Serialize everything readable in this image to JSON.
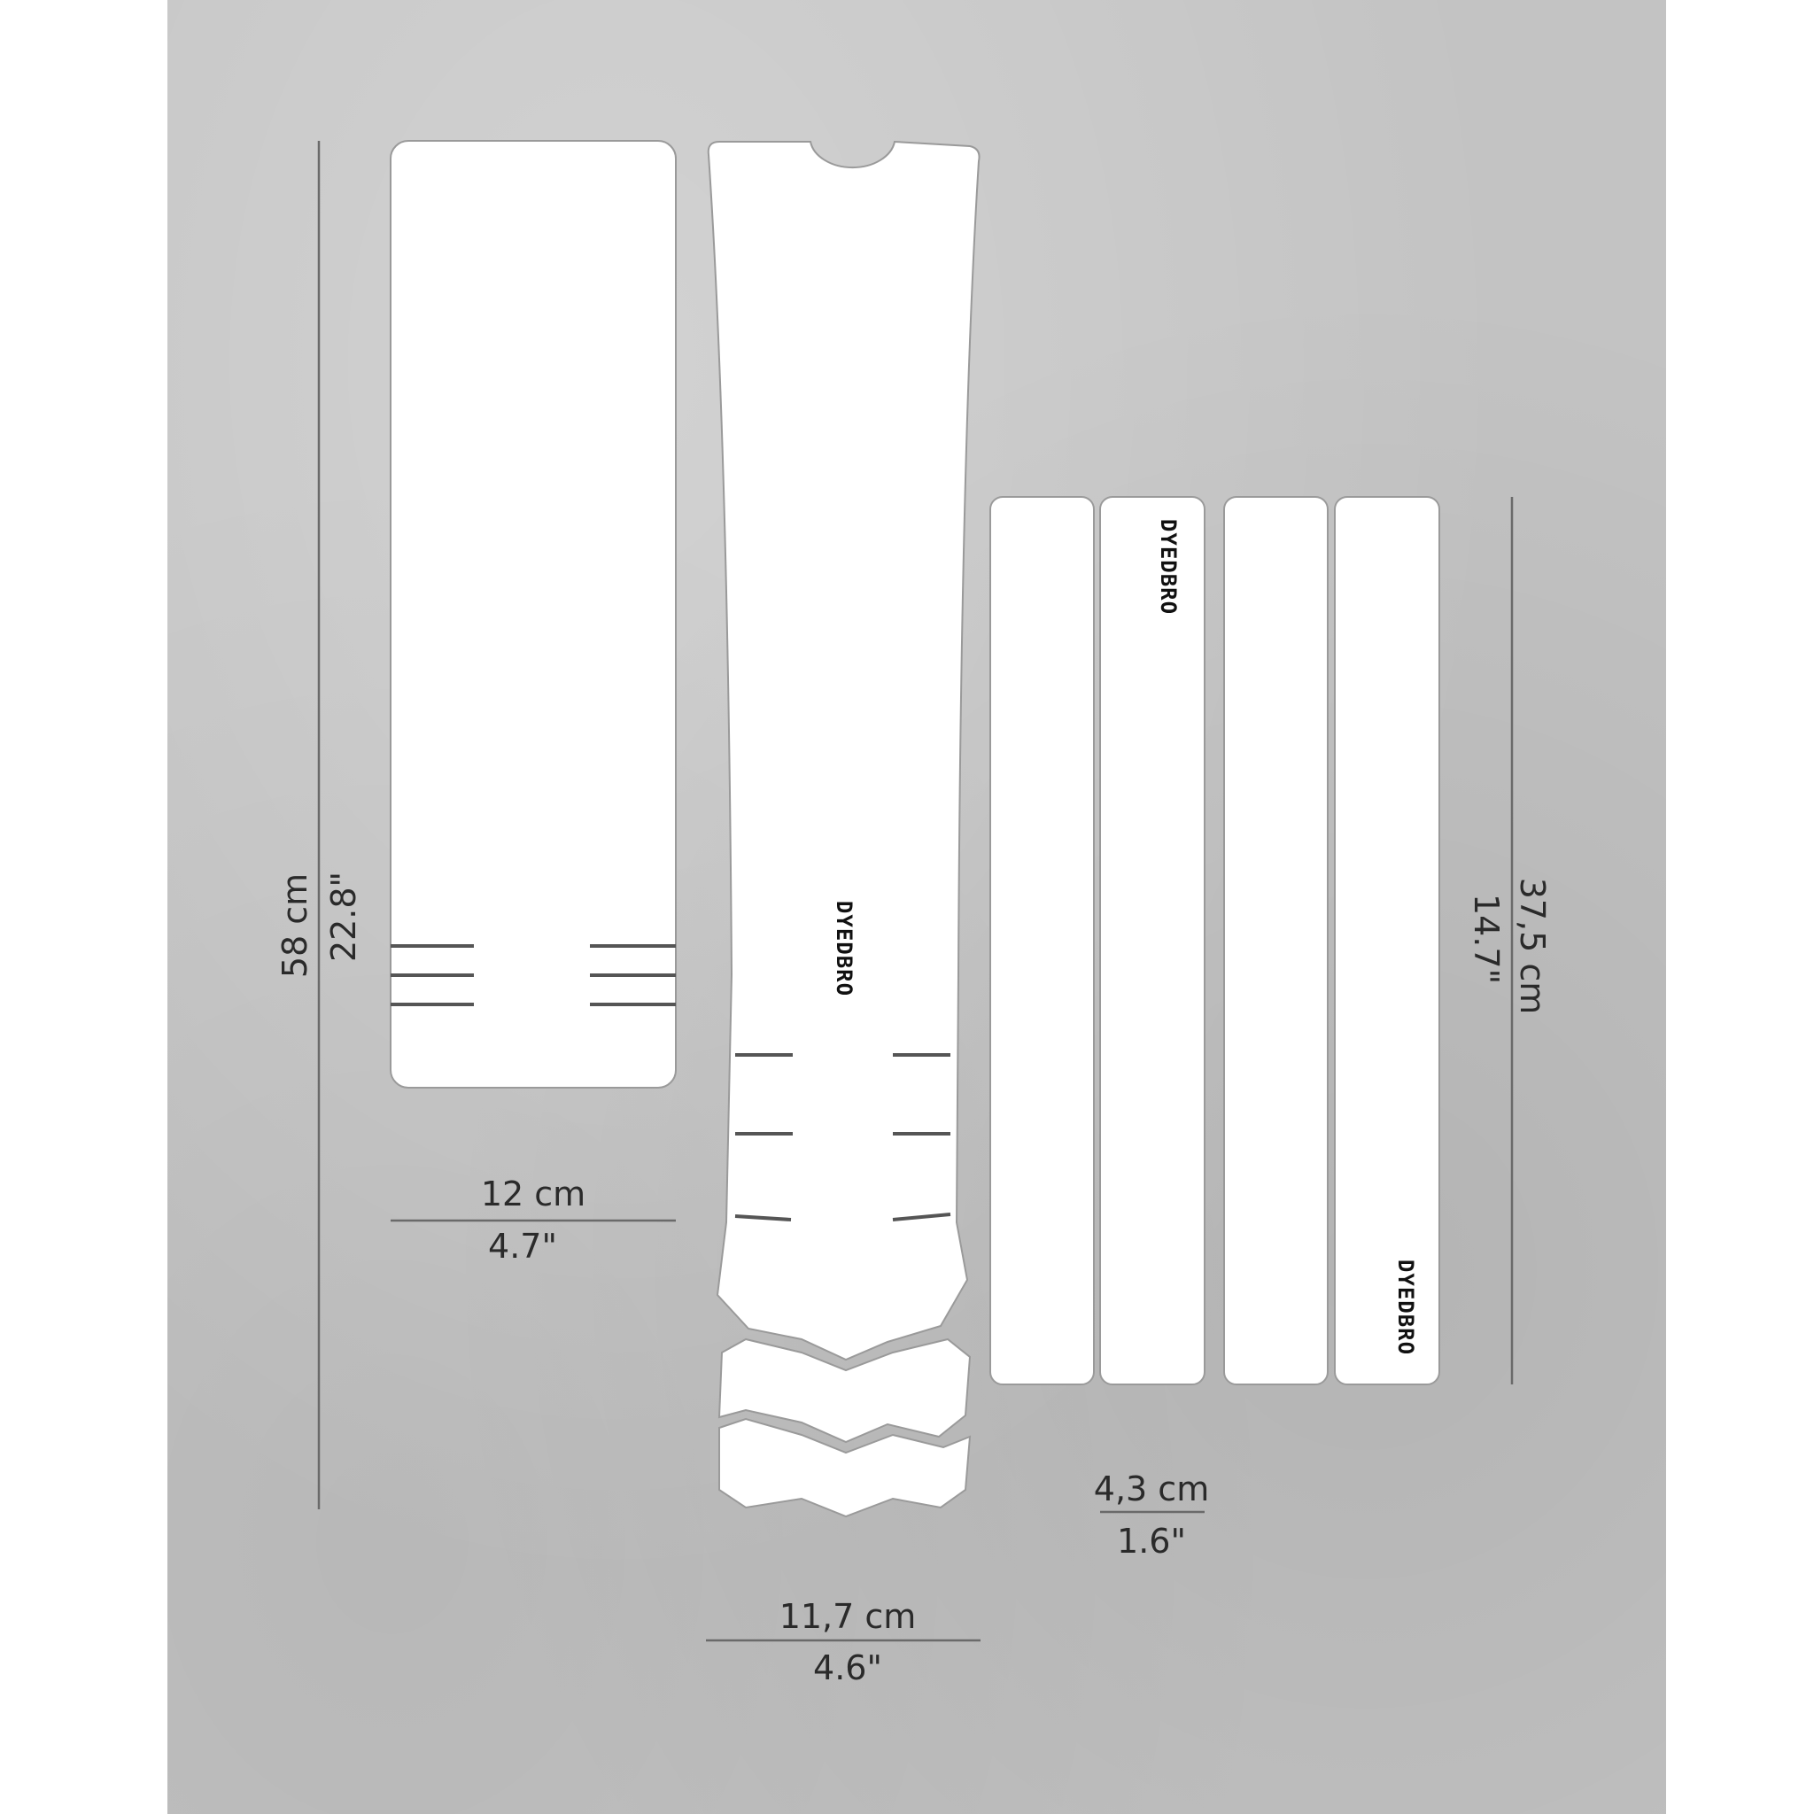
{
  "brand_logo": "DYEDBRO",
  "colors": {
    "background": "#c3c3c3",
    "pieces": "#ffffff",
    "lines": "#555555"
  },
  "dimensions": {
    "large_panel": {
      "height_cm": "58 cm",
      "height_in": "22.8\"",
      "width_cm": "12 cm",
      "width_in": "4.7\""
    },
    "center_piece": {
      "width_cm": "11,7 cm",
      "width_in": "4.6\""
    },
    "strips": {
      "height_cm": "37,5 cm",
      "height_in": "14.7\"",
      "width_cm": "4,3 cm",
      "width_in": "1.6\""
    }
  }
}
